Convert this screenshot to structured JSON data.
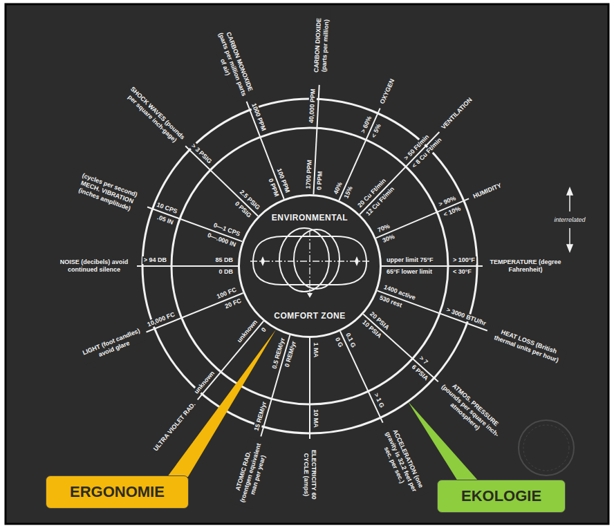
{
  "diagram": {
    "nodes": [
      {
        "text": [
          "ENVIRONMENTAL",
          "COMFORT ZONE"
        ]
      },
      {
        "text": [
          "ERGONOMIE"
        ]
      },
      {
        "text": [
          "EKOLOGIE"
        ]
      }
    ],
    "edges": [
      {
        "from": 1,
        "to": 0,
        "arrow": "none"
      }
    ],
    "labels": [
      "CARBON DIOXIDE (parts per million)",
      "40,000 PPM",
      "1700 PPM",
      "0 PPM",
      "OXYGEN",
      "> 60%",
      "< 5%",
      "40%",
      "15%",
      "VENTILATION",
      "> 50 Ft/min",
      "< 8 Cu Ft/min",
      "20 Cu Ft/min",
      "12 Cu Ft/min",
      "HUMIDITY",
      "> 90%",
      "< 10%",
      "70%",
      "30%",
      "interrelated",
      "TEMPERATURE (degree Fahrenheit)",
      "> 100°F",
      "< 30°F",
      "upper limit 75°F",
      "65°F lower limit",
      "HEAT LOSS (British thermal units per hour)",
      "> 3000 BTU/hr",
      "1400 active",
      "530 rest",
      "ATMOS. PRESSURE (pounds per square inch-atmosphere)",
      "> 7",
      "6 PSIA",
      "20 PSIA",
      "10 PSIA",
      "ACCELERATION (one gravity is 32.2 feet per sec. per sec.)",
      "> 1 G",
      "0.1 G",
      "0 G",
      "ELECTRICITY 60 CYCLE (amps)",
      "10 MA",
      "1 MA",
      "ATOMIC RAD. (roentgen equivalent man per year)",
      "15 REM/yr",
      "0.5 REM/yr",
      "0 REM/yr",
      "ULTRA VIOLET RAD.",
      "unknown",
      "unknown",
      "0",
      "LIGHT (foot candles) avoid glare",
      "10,000 FC",
      "100 FC",
      "20 FC",
      "NOISE (decibels) avoid continued silence",
      "> 94 DB",
      "85 DB",
      "0 DB",
      "(cycles per second) MECH. VIBRATION (inches amplitude)",
      "10 CPS",
      ".05 IN",
      "0—1 CPS",
      "0—.000 IN",
      "SHOCK WAVES (pounds per square inch-gage)",
      "> 3 PSIG",
      "2.5 PSIG",
      "0 PSIG",
      "CARBON MONOXIDE (parts per million parts of air)",
      "1000 PPM",
      "100 PPM",
      "0 PPM"
    ]
  }
}
